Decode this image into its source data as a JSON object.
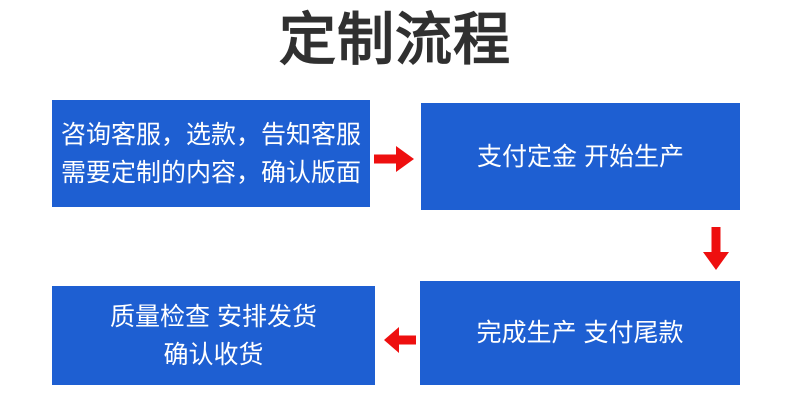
{
  "title": "定制流程",
  "colors": {
    "box_blue": "#1e5fd2",
    "arrow_red": "#ee0f0f",
    "title_dark": "#303030",
    "box_text": "#ffffff",
    "background": "#ffffff"
  },
  "steps": [
    {
      "name": "consult",
      "lines": [
        "咨询客服，选款，告知客服",
        "需要定制的内容，确认版面"
      ]
    },
    {
      "name": "deposit",
      "lines": [
        "支付定金 开始生产"
      ]
    },
    {
      "name": "balance",
      "lines": [
        "完成生产 支付尾款"
      ]
    },
    {
      "name": "delivery",
      "lines": [
        "质量检查 安排发货",
        "确认收货"
      ]
    }
  ],
  "arrows": [
    {
      "name": "arrow-right",
      "from": "consult",
      "to": "deposit"
    },
    {
      "name": "arrow-down",
      "from": "deposit",
      "to": "balance"
    },
    {
      "name": "arrow-left",
      "from": "balance",
      "to": "delivery"
    }
  ]
}
